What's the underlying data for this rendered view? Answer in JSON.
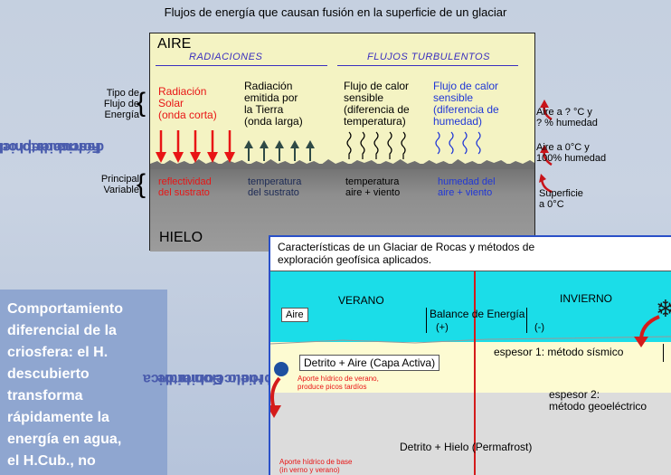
{
  "title": "Flujos de energía que causan fusión en la superficie de un glaciar",
  "left_label_top": [
    "Forma de producción",
    "hídrica del hielo",
    "descubierto"
  ],
  "panel": {
    "air_label": "AIRE",
    "ice_label": "HIELO",
    "radiaciones": "RADIACIONES",
    "flujos": "FLUJOS TURBULENTOS",
    "tipo_label": [
      "Tipo de",
      "Flujo de",
      "Energía"
    ],
    "variable_label": [
      "Principal",
      "Variable"
    ],
    "col1": [
      "Radiación",
      "Solar",
      "(onda corta)"
    ],
    "col2": [
      "Radiación",
      "emitida por",
      "la Tierra",
      "(onda larga)"
    ],
    "col3": [
      "Flujo de calor",
      "sensible",
      "(diferencia de",
      "temperatura)"
    ],
    "col4": [
      "Flujo de calor",
      "sensible",
      "(diferencia de",
      "humedad)"
    ],
    "var1": [
      "reflectividad",
      "del sustrato"
    ],
    "var2": [
      "temperatura",
      "del sustrato"
    ],
    "var3": [
      "temperatura",
      "aire + viento"
    ],
    "var4": [
      "humedad del",
      "aire + viento"
    ],
    "note1": [
      "Aire a ? °C y",
      "? % humedad"
    ],
    "note2": [
      "Aire a 0°C y",
      "100% humedad"
    ],
    "note3": [
      "Superficie",
      "a 0°C"
    ]
  },
  "left_box": [
    "Comportamiento",
    "diferencial de la",
    "criosfera: el H.",
    "descubierto",
    "transforma",
    "rápidamente la",
    "energía en agua,",
    "el H.Cub., no"
  ],
  "left_label_bottom": [
    "Forma de",
    "produccion hidrica",
    "del Hielo Cubierto"
  ],
  "glacier": {
    "title": [
      "Características de un Glaciar de Rocas y métodos de",
      "exploración geofísica aplicados."
    ],
    "verano": "VERANO",
    "invierno": "INVIERNO",
    "aire": "Aire",
    "balance": "Balance de Energía",
    "plus": "(+)",
    "minus": "(-)",
    "capa_activa": "Detrito + Aire (Capa Activa)",
    "espesor1": "espesor 1: método sísmico",
    "aporte_verano": [
      "Aporte hídrico de verano,",
      "produce picos tardíos"
    ],
    "espesor2": [
      "espesor 2:",
      "método geoeléctrico"
    ],
    "permafrost": "Detrito + Hielo (Permafrost)",
    "aporte_base": [
      "Aporte hídrico de base",
      "(in verno y verano)"
    ]
  },
  "colors": {
    "red": "#e81515",
    "blue": "#2037d6",
    "sky": "#1bdde8",
    "label": "#4a5cad"
  }
}
